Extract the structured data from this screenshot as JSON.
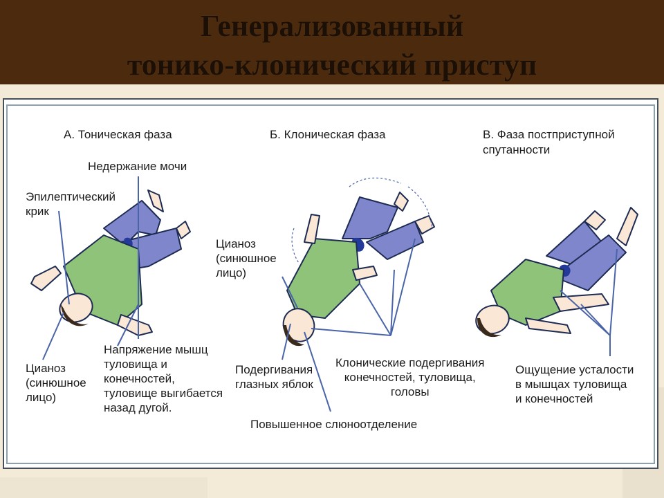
{
  "title": {
    "line1": "Генерализованный",
    "line2": "тонико-клонический приступ"
  },
  "colors": {
    "header_bg": "#4b2a0e",
    "slide_bg": "#f3ead8",
    "shirt": "#8fc37a",
    "pants": "#7f86cc",
    "skin": "#fbe7d6",
    "outline": "#1d2b52",
    "callout_line": "#4a64a8"
  },
  "phases": {
    "a": {
      "heading": "А. Тоническая фаза"
    },
    "b": {
      "heading": "Б. Клоническая фаза"
    },
    "c": {
      "heading": "В. Фаза постприступной\nспутанности"
    }
  },
  "labels": {
    "urinary_incontinence": "Недержание мочи",
    "epileptic_cry": "Эпилептический\nкрик",
    "cyanosis_a": "Цианоз\n(синюшное\n лицо)",
    "muscle_tension": "Напряжение мышц\nтуловища и\nконечностей,\nтуловище выгибается\nназад дугой.",
    "cyanosis_b": "Цианоз\n(синюшное\nлицо)",
    "eye_twitching": "Подергивания\nглазных яблок",
    "clonic_twitching": "Клонические подергивания\nконечностей, туловища,\nголовы",
    "salivation": "Повышенное слюноотделение",
    "fatigue": "Ощущение усталости\nв мышцах туловища\nи конечностей"
  }
}
